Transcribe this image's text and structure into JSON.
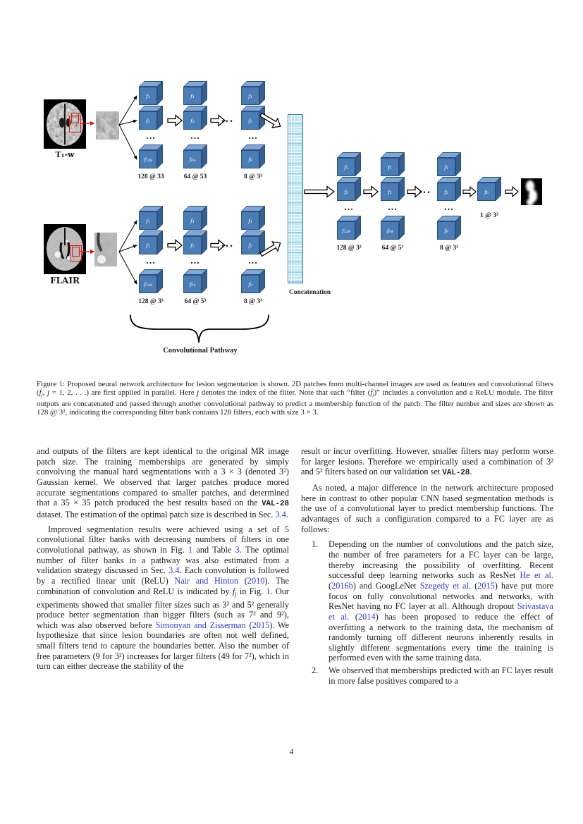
{
  "figure": {
    "modality_top": "T₁-w",
    "modality_bottom": "FLAIR",
    "concat_label": "Concatenation",
    "pathway_label": "Convolutional Pathway",
    "dots": "...",
    "top_stacks": [
      {
        "f1": "f₁",
        "f2": "f₂",
        "flast": "f₁₂₈",
        "label": "128 @ 33"
      },
      {
        "f1": "f₁",
        "f2": "f₂",
        "flast": "f₆₄",
        "label": "64 @ 53"
      },
      {
        "f1": "f₁",
        "f2": "f₂",
        "flast": "f₈",
        "label": "8 @ 3³"
      }
    ],
    "bottom_stacks": [
      {
        "f1": "f₁",
        "f2": "f₂",
        "flast": "f₁₂₈",
        "label": "128 @ 3³"
      },
      {
        "f1": "f₁",
        "f2": "f₂",
        "flast": "f₆₄",
        "label": "64 @ 5³"
      },
      {
        "f1": "f₁",
        "f2": "f₂",
        "flast": "f₈",
        "label": "8 @ 3³"
      }
    ],
    "second_stacks": [
      {
        "f1": "f₁",
        "f2": "f₂",
        "flast": "f₁₂₈",
        "label": "128 @ 3³"
      },
      {
        "f1": "f₁",
        "f2": "f₂",
        "flast": "f₆₄",
        "label": "64 @ 5³"
      },
      {
        "f1": "f₁",
        "f2": "f₂",
        "flast": "f₈",
        "label": "8 @ 3³"
      }
    ],
    "final_cube": {
      "f": "f₆",
      "label": "1 @ 3³"
    }
  },
  "colors": {
    "link": "#2e3ad1",
    "cube_front": "#4a7cb5",
    "cube_top": "#7fa7d8",
    "cube_side": "#35608f",
    "concat_fill": "#b3e1f2",
    "highlight_red": "#e11212"
  },
  "caption": {
    "runs": [
      {
        "t": "Figure 1: Proposed neural network architecture for lesion segmentation is shown. 2D patches from multi-channel images are used as features and convolutional filters (",
        "s": "p"
      },
      {
        "t": "f",
        "s": "i"
      },
      {
        "t": "j",
        "s": "si"
      },
      {
        "t": ", ",
        "s": "p"
      },
      {
        "t": "j",
        "s": "i"
      },
      {
        "t": " = 1, 2, . . .) are first applied in parallel. Here ",
        "s": "p"
      },
      {
        "t": "j",
        "s": "i"
      },
      {
        "t": " denotes the index of the filter. Note that each “filter (",
        "s": "p"
      },
      {
        "t": "f",
        "s": "i"
      },
      {
        "t": "j",
        "s": "si"
      },
      {
        "t": ")” includes a convolution and a ReLU module. The filter outputs are concatenated and passed through another convolutional pathway to predict a membership function of the patch. The filter number and sizes are shown as 128 @ 3², indicating the corresponding filter bank contains 128 filters, each with size 3 × 3.",
        "s": "p"
      }
    ]
  },
  "columns": {
    "left": {
      "p1": [
        {
          "t": "and outputs of the filters are kept identical to the original MR image patch size. The training memberships are generated by simply convolving the manual hard segmentations with a 3 × 3 (denoted 3²) Gaussian kernel. We observed that larger patches produce mored accurate segmentations compared to smaller patches, and determined that a 35 × 35 patch produced the best results based on the ",
          "s": "p"
        },
        {
          "t": "VAL-28",
          "s": "m"
        },
        {
          "t": " dataset. The estimation of the optimal patch size is described in Sec. ",
          "s": "p"
        },
        {
          "t": "3.4",
          "s": "l"
        },
        {
          "t": ".",
          "s": "p"
        }
      ],
      "p2": [
        {
          "t": "Improved segmentation results were achieved using a set of 5 convolutional filter banks with decreasing numbers of filters in one convolutional pathway, as shown in Fig. ",
          "s": "p"
        },
        {
          "t": "1",
          "s": "l"
        },
        {
          "t": " and Table ",
          "s": "p"
        },
        {
          "t": "3",
          "s": "l"
        },
        {
          "t": ". The optimal number of filter banks in a pathway was also estimated from a validation strategy discussed in Sec. ",
          "s": "p"
        },
        {
          "t": "3.4",
          "s": "l"
        },
        {
          "t": ". Each convolution is followed by a rectified linear unit (ReLU) ",
          "s": "p"
        },
        {
          "t": "Nair and Hinton",
          "s": "l"
        },
        {
          "t": " (",
          "s": "p"
        },
        {
          "t": "2010",
          "s": "l"
        },
        {
          "t": "). The combination of convolution and ReLU is indicated by ",
          "s": "p"
        },
        {
          "t": "f",
          "s": "i"
        },
        {
          "t": "j",
          "s": "si"
        },
        {
          "t": " in Fig. ",
          "s": "p"
        },
        {
          "t": "1",
          "s": "l"
        },
        {
          "t": ". Our experiments showed that smaller filter sizes such as 3² and 5² generally produce better segmentation than bigger filters (such as 7² and 9²), which was also observed before ",
          "s": "p"
        },
        {
          "t": "Simonyan and Zisserman",
          "s": "l"
        },
        {
          "t": " (",
          "s": "p"
        },
        {
          "t": "2015",
          "s": "l"
        },
        {
          "t": "). We hypothesize that since lesion boundaries are often not well defined, small filters tend to capture the boundaries better. Also the number of free parameters (9 for 3²) increases for larger filters (49 for 7²), which in turn can either decrease the stability of the",
          "s": "p"
        }
      ]
    },
    "right": {
      "p1": [
        {
          "t": "result or incur overfitting. However, smaller filters may perform worse for larger lesions. Therefore we empirically used a combination of 3² and 5² filters based on our validation set ",
          "s": "p"
        },
        {
          "t": "VAL-28",
          "s": "m"
        },
        {
          "t": ".",
          "s": "p"
        }
      ],
      "p2": [
        {
          "t": "As noted, a major difference in the network architecture proposed here in contrast to other popular CNN based segmentation methods is the use of a convolutional layer to predict membership functions. The advantages of such a configuration compared to a FC layer are as follows:",
          "s": "p"
        }
      ],
      "items": [
        {
          "num": "1.",
          "runs": [
            {
              "t": "Depending on the number of convolutions and the patch size, the number of free parameters for a FC layer can be large, thereby increasing the possibility of overfitting. Recent successful deep learning networks such as ResNet ",
              "s": "p"
            },
            {
              "t": "He et al.",
              "s": "l"
            },
            {
              "t": " (",
              "s": "p"
            },
            {
              "t": "2016b",
              "s": "l"
            },
            {
              "t": ") and GoogLeNet ",
              "s": "p"
            },
            {
              "t": "Szegedy et al.",
              "s": "l"
            },
            {
              "t": " (",
              "s": "p"
            },
            {
              "t": "2015",
              "s": "l"
            },
            {
              "t": ") have put more focus on fully convolutional networks and networks, with ResNet having no FC layer at all. Although dropout ",
              "s": "p"
            },
            {
              "t": "Srivastava et al.",
              "s": "l"
            },
            {
              "t": " (",
              "s": "p"
            },
            {
              "t": "2014",
              "s": "l"
            },
            {
              "t": ") has been proposed to reduce the effect of overfitting a network to the training data, the mechanism of randomly turning off different neurons inherently results in slightly different segmentations every time the training is performed even with the same training data.",
              "s": "p"
            }
          ]
        },
        {
          "num": "2.",
          "runs": [
            {
              "t": "We observed that memberships predicted with an FC layer result in more false positives compared to a",
              "s": "p"
            }
          ]
        }
      ]
    }
  },
  "page_number": "4"
}
